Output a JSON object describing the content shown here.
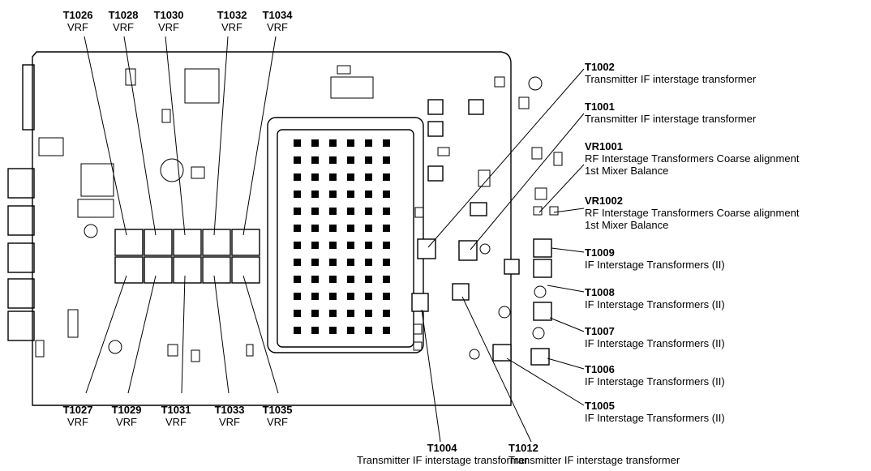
{
  "top_labels": [
    {
      "id": "T1026",
      "desc": "VRF"
    },
    {
      "id": "T1028",
      "desc": "VRF"
    },
    {
      "id": "T1030",
      "desc": "VRF"
    },
    {
      "id": "T1032",
      "desc": "VRF"
    },
    {
      "id": "T1034",
      "desc": "VRF"
    }
  ],
  "bottom_labels": [
    {
      "id": "T1027",
      "desc": "VRF"
    },
    {
      "id": "T1029",
      "desc": "VRF"
    },
    {
      "id": "T1031",
      "desc": "VRF"
    },
    {
      "id": "T1033",
      "desc": "VRF"
    },
    {
      "id": "T1035",
      "desc": "VRF"
    }
  ],
  "right_labels": [
    {
      "id": "T1002",
      "desc": "Transmitter IF interstage transformer"
    },
    {
      "id": "T1001",
      "desc": "Transmitter IF interstage transformer"
    },
    {
      "id": "VR1001",
      "desc": "RF Interstage Transformers Coarse alignment",
      "desc2": "1st Mixer Balance"
    },
    {
      "id": "VR1002",
      "desc": "RF Interstage Transformers Coarse alignment",
      "desc2": "1st Mixer Balance"
    },
    {
      "id": "T1009",
      "desc": "IF Interstage Transformers (II)"
    },
    {
      "id": "T1008",
      "desc": "IF Interstage Transformers (II)"
    },
    {
      "id": "T1007",
      "desc": "IF Interstage Transformers (II)"
    },
    {
      "id": "T1006",
      "desc": "IF Interstage Transformers (II)"
    },
    {
      "id": "T1005",
      "desc": "IF Interstage Transformers (II)"
    }
  ],
  "bottom_center_labels": [
    {
      "id": "T1004",
      "desc": "Transmitter IF interstage transformer"
    },
    {
      "id": "T1012",
      "desc": "Transmitter IF interstage transformer"
    }
  ]
}
